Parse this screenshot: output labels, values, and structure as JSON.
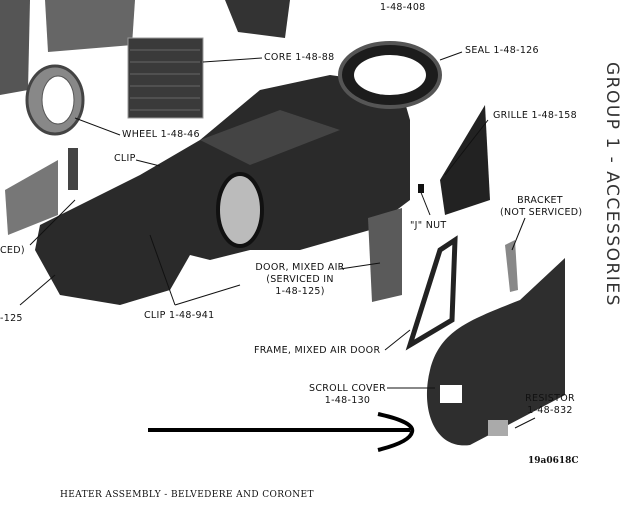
{
  "side_heading": "GROUP 1 - ACCESSORIES",
  "caption": "HEATER ASSEMBLY - BELVEDERE AND CORONET",
  "figure_id": "19a0618C",
  "callouts": {
    "top_part": "1-48-408",
    "core": "CORE 1-48-88",
    "seal": "SEAL 1-48-126",
    "wheel": "WHEEL 1-48-46",
    "grille": "GRILLE 1-48-158",
    "clip": "CLIP",
    "bracket_1": "BRACKET",
    "bracket_2": "(NOT SERVICED)",
    "j_nut": "\"J\" NUT",
    "left_partial_1": "CED)",
    "left_partial_2": "-125",
    "door_1": "DOOR, MIXED AIR",
    "door_2": "(SERVICED IN",
    "door_3": "1-48-125)",
    "clip_941": "CLIP 1-48-941",
    "frame": "FRAME, MIXED AIR DOOR",
    "scroll_1": "SCROLL COVER",
    "scroll_2": "1-48-130",
    "resistor_1": "RESISTOR",
    "resistor_2": "1-48-832"
  }
}
